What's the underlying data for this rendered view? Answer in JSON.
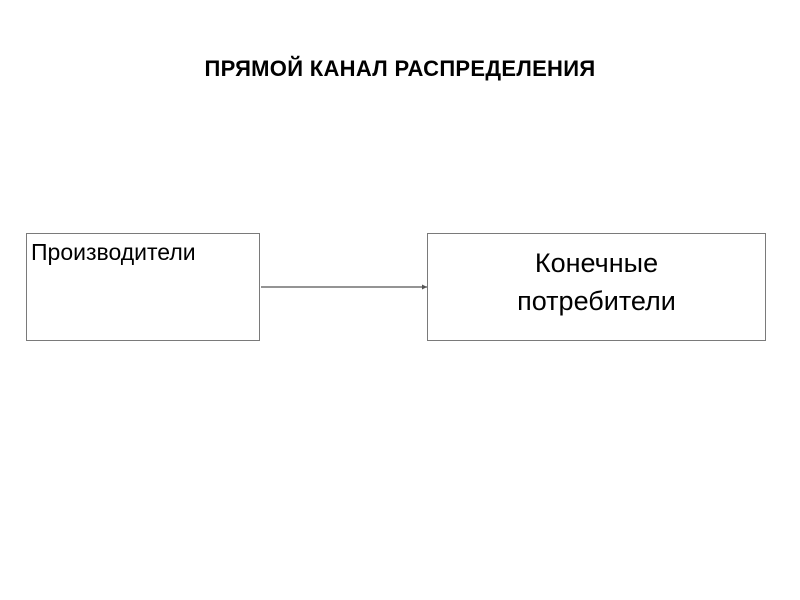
{
  "title": "ПРЯМОЙ КАНАЛ РАСПРЕДЕЛЕНИЯ",
  "nodes": {
    "producers": {
      "label": "Производители"
    },
    "consumers": {
      "line1": "Конечные",
      "line2": "потребители"
    }
  },
  "edges": [
    {
      "from": "producers",
      "to": "consumers"
    }
  ],
  "colors": {
    "border": "#7a7a7a",
    "line": "#555555",
    "text": "#000000"
  }
}
